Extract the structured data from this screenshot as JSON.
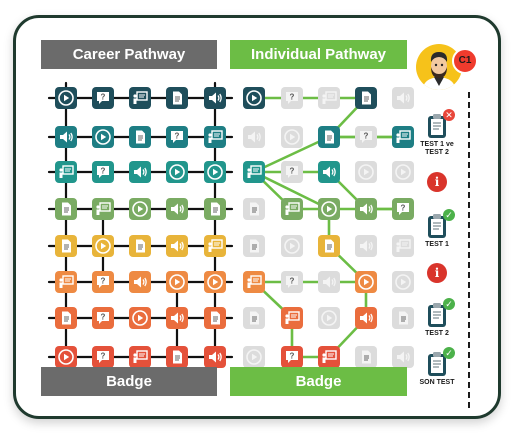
{
  "headers": {
    "career": "Career Pathway",
    "individual": "Individual Pathway"
  },
  "footers": {
    "career": "Badge",
    "individual": "Badge"
  },
  "row_colors": [
    "#1f4e5b",
    "#1e7e84",
    "#21968c",
    "#7aab63",
    "#e8b43a",
    "#ee8a43",
    "#ea6d3d",
    "#e4513a"
  ],
  "career_grid": [
    [
      "play",
      "question",
      "presentation",
      "document",
      "sound"
    ],
    [
      "sound",
      "play",
      "document",
      "question",
      "presentation"
    ],
    [
      "presentation",
      "question",
      "sound",
      "play",
      "play"
    ],
    [
      "document",
      "presentation",
      "play",
      "sound",
      "document"
    ],
    [
      "document",
      "play",
      "document",
      "sound",
      "presentation"
    ],
    [
      "presentation",
      "question",
      "sound",
      "play",
      "play"
    ],
    [
      "document",
      "question",
      "play",
      "sound",
      "document"
    ],
    [
      "play",
      "question",
      "presentation",
      "document",
      "sound"
    ]
  ],
  "individual_grid": [
    [
      "play",
      "question",
      "presentation",
      "document",
      "sound"
    ],
    [
      "sound",
      "play",
      "document",
      "question",
      "presentation"
    ],
    [
      "presentation",
      "question",
      "sound",
      "play",
      "play"
    ],
    [
      "document",
      "presentation",
      "play",
      "sound",
      "question"
    ],
    [
      "document",
      "play",
      "document",
      "sound",
      "presentation"
    ],
    [
      "presentation",
      "question",
      "sound",
      "play",
      "play"
    ],
    [
      "document",
      "presentation",
      "play",
      "sound",
      "document"
    ],
    [
      "play",
      "question",
      "presentation",
      "document",
      "sound"
    ]
  ],
  "individual_active": [
    [
      0,
      0
    ],
    [
      0,
      3
    ],
    [
      1,
      2
    ],
    [
      1,
      4
    ],
    [
      2,
      0
    ],
    [
      2,
      2
    ],
    [
      3,
      1
    ],
    [
      3,
      2
    ],
    [
      3,
      3
    ],
    [
      3,
      4
    ],
    [
      4,
      2
    ],
    [
      5,
      0
    ],
    [
      5,
      3
    ],
    [
      6,
      1
    ],
    [
      6,
      3
    ],
    [
      7,
      1
    ],
    [
      7,
      2
    ]
  ],
  "individual_path": [
    [
      0,
      0
    ],
    [
      0,
      3
    ],
    [
      1,
      2
    ],
    [
      1,
      4
    ],
    [
      1,
      2
    ],
    [
      2,
      0
    ],
    [
      2,
      2
    ],
    [
      3,
      3
    ],
    [
      3,
      4
    ],
    [
      3,
      2
    ],
    [
      3,
      1
    ],
    [
      2,
      0
    ],
    [
      3,
      2
    ],
    [
      4,
      2
    ],
    [
      5,
      3
    ],
    [
      6,
      3
    ],
    [
      7,
      2
    ],
    [
      7,
      1
    ],
    [
      6,
      1
    ],
    [
      5,
      0
    ],
    [
      5,
      3
    ]
  ],
  "avatar": {
    "level": "C1"
  },
  "side_items": [
    {
      "type": "test",
      "label": "TEST 1 ve\nTEST 2",
      "status": "fail"
    },
    {
      "type": "info",
      "label": "",
      "status": ""
    },
    {
      "type": "test",
      "label": "TEST 1",
      "status": "pass"
    },
    {
      "type": "info",
      "label": "",
      "status": ""
    },
    {
      "type": "test",
      "label": "TEST 2",
      "status": "pass"
    },
    {
      "type": "test",
      "label": "SON TEST",
      "status": "pass"
    }
  ],
  "colors": {
    "active_path": "#6cbd45",
    "career_link": "#111111",
    "inactive_tile": "#dcdcdc",
    "career_header": "#6b6b6b",
    "individual_header": "#6cbd45"
  }
}
